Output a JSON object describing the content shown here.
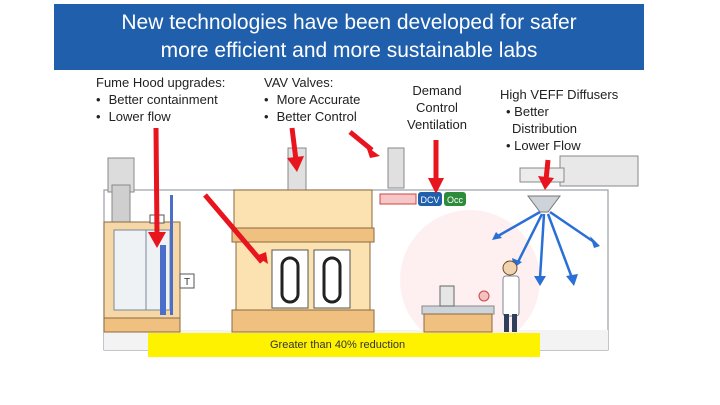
{
  "title": {
    "line1": "New technologies have been developed for safer",
    "line2": "more efficient and more sustainable labs"
  },
  "fume_hood": {
    "heading": "Fume Hood upgrades:",
    "items": [
      "Better containment",
      "Lower flow"
    ]
  },
  "vav": {
    "heading": "VAV Valves:",
    "items": [
      "More Accurate",
      "Better Control"
    ]
  },
  "dcv": {
    "line1": "Demand",
    "line2": "Control",
    "line3": "Ventilation"
  },
  "diffusers": {
    "line1": "High VEFF Diffusers",
    "line2": "• Better",
    "line3": "Distribution",
    "line4": "• Lower Flow"
  },
  "badges": {
    "dcv": "DCV",
    "occ": "Occ"
  },
  "sensor_label": "T",
  "banner": "Greater than 40% reduction",
  "colors": {
    "title_bg": "#1f5fab",
    "arrow": "#e8141e",
    "banner": "#fff200",
    "cabinet": "#f4b860",
    "air": "#2a6fd6"
  }
}
